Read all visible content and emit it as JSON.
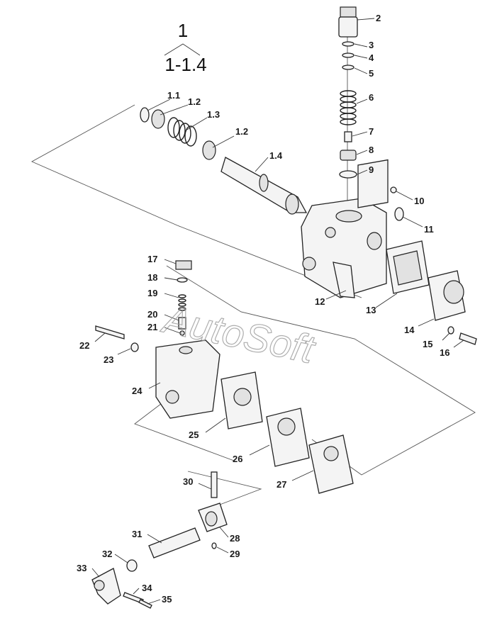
{
  "title": {
    "top": "1",
    "range": "1-1.4"
  },
  "watermark": "AutoSoft",
  "callouts": [
    "1.1",
    "1.2",
    "1.3",
    "1.2",
    "1.4",
    "2",
    "3",
    "4",
    "5",
    "6",
    "7",
    "8",
    "9",
    "10",
    "11",
    "12",
    "13",
    "14",
    "15",
    "16",
    "17",
    "18",
    "19",
    "20",
    "21",
    "22",
    "23",
    "24",
    "25",
    "26",
    "27",
    "28",
    "29",
    "30",
    "31",
    "32",
    "33",
    "34",
    "35"
  ]
}
